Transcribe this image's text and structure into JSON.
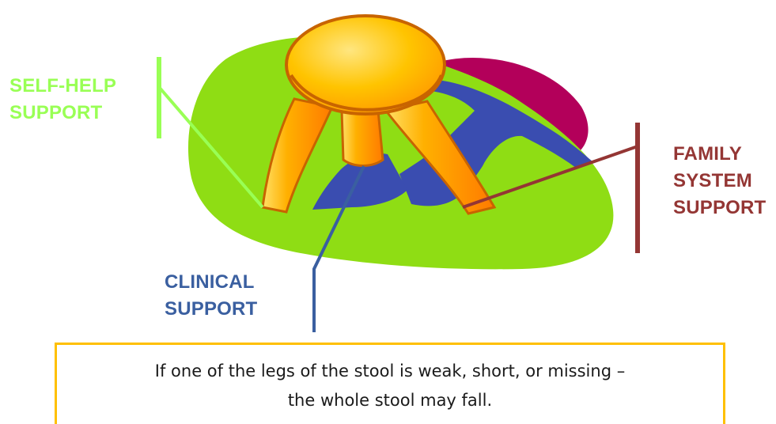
{
  "labels": {
    "self_help": [
      "SELF-HELP",
      "SUPPORT"
    ],
    "clinical": [
      "CLINICAL",
      "SUPPORT"
    ],
    "family": [
      "FAMILY",
      "SYSTEM",
      "SUPPORT"
    ]
  },
  "caption": {
    "line1": "If one of the legs of the stool is weak, short, or missing –",
    "line2": "the whole stool may fall."
  },
  "colors": {
    "self_help": "#99ff55",
    "clinical": "#3a5fa0",
    "family": "#943634",
    "green_blob": "#8fdd14",
    "blue_shape": "#3a4db0",
    "magenta_shape": "#b3005a",
    "stool_orange": "#ff8a00",
    "stool_yellow": "#ffd200",
    "caption_border": "#ffc000"
  }
}
